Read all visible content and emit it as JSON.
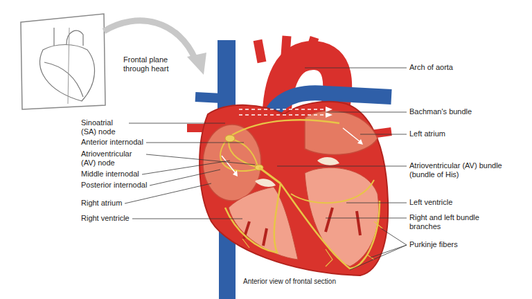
{
  "diagram": {
    "caption": "Anterior view of frontal section",
    "labels": [
      "Frontal plane through heart",
      "Arch of aorta",
      "Sinoatrial (SA) node",
      "Bachman's bundle",
      "Left atrium",
      "Anterior internodal",
      "Atrioventricular (AV) node",
      "Atrioventricular (AV) bundle (bundle of His)",
      "Middle internodal",
      "Posterior internodal",
      "Left ventricle",
      "Right atrium",
      "Right and left bundle branches",
      "Right ventricle",
      "Purkinje fibers"
    ]
  }
}
